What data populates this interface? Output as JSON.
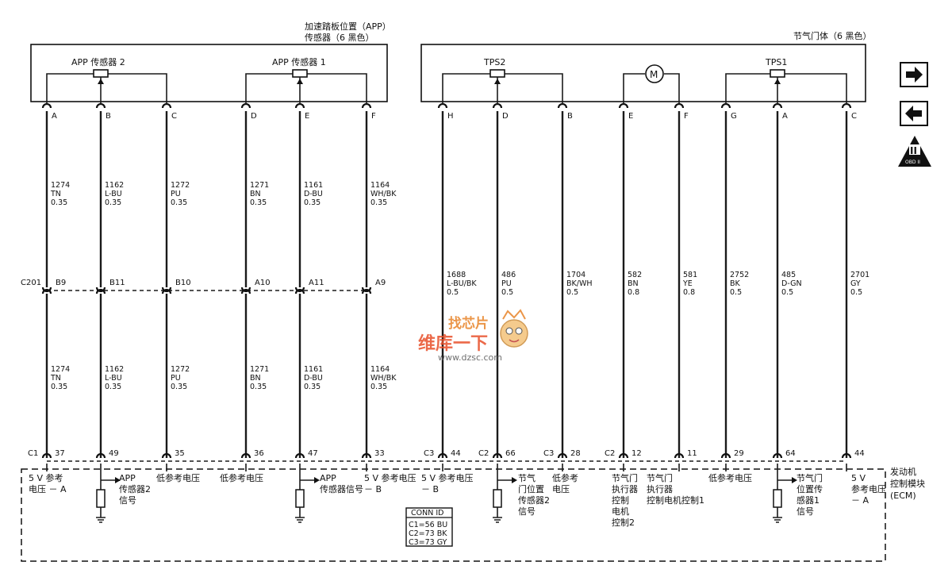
{
  "app_module": {
    "title_line1": "加速踏板位置（APP）",
    "title_line2": "传感器（6 黑色）",
    "sensor2": "APP 传感器 2",
    "sensor1": "APP 传感器 1"
  },
  "throttle_module": {
    "title": "节气门体（6 黑色）",
    "tps2": "TPS2",
    "tps1": "TPS1",
    "motor": "M"
  },
  "ecm": {
    "line1": "发动机",
    "line2": "控制模块",
    "line3": "(ECM)"
  },
  "inline_connector": "C201",
  "conn_id": {
    "title": "CONN ID",
    "rows": [
      "C1=56 BU",
      "C2=73 BK",
      "C3=73 GY"
    ]
  },
  "nav": {
    "forward": "→",
    "back": "←",
    "obd_symbol": "II",
    "obd_text": "OBD II"
  },
  "watermark": {
    "line1": "找芯片",
    "line2": "维库一下",
    "url": "www.dzsc.com"
  },
  "wires": [
    {
      "top_pin": "A",
      "split_pin": "B9",
      "top": [
        "1274",
        "TN",
        "0.35"
      ],
      "bottom": [
        "1274",
        "TN",
        "0.35"
      ],
      "ecm_conn": "C1",
      "ecm_pin": "37",
      "func": [
        "5 V 参考",
        "电压 － A"
      ]
    },
    {
      "top_pin": "B",
      "split_pin": "B11",
      "top": [
        "1162",
        "L-BU",
        "0.35"
      ],
      "bottom": [
        "1162",
        "L-BU",
        "0.35"
      ],
      "ecm_conn": "",
      "ecm_pin": "49",
      "func": [
        "APP",
        "传感器2",
        "信号"
      ]
    },
    {
      "top_pin": "C",
      "split_pin": "B10",
      "top": [
        "1272",
        "PU",
        "0.35"
      ],
      "bottom": [
        "1272",
        "PU",
        "0.35"
      ],
      "ecm_conn": "",
      "ecm_pin": "35",
      "func": [
        "低参考电压"
      ]
    },
    {
      "top_pin": "D",
      "split_pin": "A10",
      "top": [
        "1271",
        "BN",
        "0.35"
      ],
      "bottom": [
        "1271",
        "BN",
        "0.35"
      ],
      "ecm_conn": "",
      "ecm_pin": "36",
      "func": [
        "低参考电压"
      ]
    },
    {
      "top_pin": "E",
      "split_pin": "A11",
      "top": [
        "1161",
        "D-BU",
        "0.35"
      ],
      "bottom": [
        "1161",
        "D-BU",
        "0.35"
      ],
      "ecm_conn": "",
      "ecm_pin": "47",
      "func": [
        "APP",
        "传感器信号"
      ]
    },
    {
      "top_pin": "F",
      "split_pin": "A9",
      "top": [
        "1164",
        "WH/BK",
        "0.35"
      ],
      "bottom": [
        "1164",
        "WH/BK",
        "0.35"
      ],
      "ecm_conn": "",
      "ecm_pin": "33",
      "func": [
        "5 V 参考电压",
        "－ B"
      ]
    },
    {
      "top_pin": "H",
      "split_pin": "",
      "mid": [
        "1688",
        "L-BU/BK",
        "0.5"
      ],
      "ecm_conn": "C3",
      "ecm_pin": "44",
      "func": [
        "5 V 参考电压",
        "－ B"
      ]
    },
    {
      "top_pin": "D",
      "split_pin": "",
      "mid": [
        "486",
        "PU",
        "0.5"
      ],
      "ecm_conn": "C2",
      "ecm_pin": "66",
      "func": [
        "节气",
        "门位置",
        "传感器2",
        "信号"
      ]
    },
    {
      "top_pin": "B",
      "split_pin": "",
      "mid": [
        "1704",
        "BK/WH",
        "0.5"
      ],
      "ecm_conn": "C3",
      "ecm_pin": "28",
      "func": [
        "低参考",
        "电压"
      ]
    },
    {
      "top_pin": "E",
      "split_pin": "",
      "mid": [
        "582",
        "BN",
        "0.8"
      ],
      "ecm_conn": "C2",
      "ecm_pin": "12",
      "func": [
        "节气门",
        "执行器",
        "控制",
        "电机",
        "控制2"
      ]
    },
    {
      "top_pin": "F",
      "split_pin": "",
      "mid": [
        "581",
        "YE",
        "0.8"
      ],
      "ecm_conn": "",
      "ecm_pin": "11",
      "func": [
        "节气门",
        "执行器",
        "控制电机控制1"
      ]
    },
    {
      "top_pin": "G",
      "split_pin": "",
      "mid": [
        "2752",
        "BK",
        "0.5"
      ],
      "ecm_conn": "",
      "ecm_pin": "29",
      "func": [
        "低参考电压"
      ]
    },
    {
      "top_pin": "A",
      "split_pin": "",
      "mid": [
        "485",
        "D-GN",
        "0.5"
      ],
      "ecm_conn": "",
      "ecm_pin": "64",
      "func": [
        "节气门",
        "位置传",
        "感器1",
        "信号"
      ]
    },
    {
      "top_pin": "C",
      "split_pin": "",
      "mid": [
        "2701",
        "GY",
        "0.5"
      ],
      "ecm_conn": "",
      "ecm_pin": "44",
      "func": [
        "5 V",
        "参考电压",
        "－ A"
      ]
    }
  ]
}
